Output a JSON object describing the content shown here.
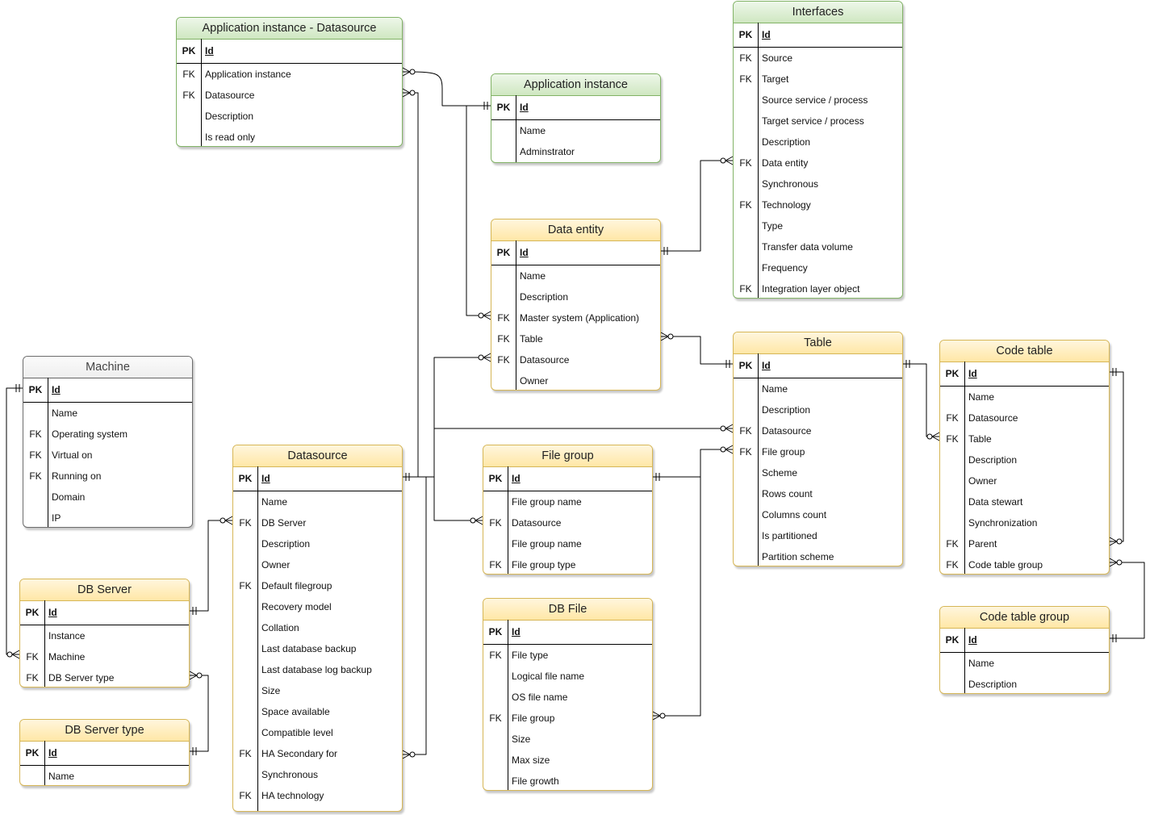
{
  "entities": {
    "app_ds": {
      "title": "Application instance - Datasource",
      "rows": [
        {
          "key": "PK",
          "name": "Id"
        },
        {
          "key": "FK",
          "name": "Application instance"
        },
        {
          "key": "FK",
          "name": "Datasource"
        },
        {
          "key": "",
          "name": "Description"
        },
        {
          "key": "",
          "name": "Is read only"
        }
      ]
    },
    "app_instance": {
      "title": "Application instance",
      "rows": [
        {
          "key": "PK",
          "name": "Id"
        },
        {
          "key": "",
          "name": "Name"
        },
        {
          "key": "",
          "name": "Adminstrator"
        }
      ]
    },
    "interfaces": {
      "title": "Interfaces",
      "rows": [
        {
          "key": "PK",
          "name": "Id"
        },
        {
          "key": "FK",
          "name": "Source"
        },
        {
          "key": "FK",
          "name": "Target"
        },
        {
          "key": "",
          "name": "Source service / process"
        },
        {
          "key": "",
          "name": "Target service / process"
        },
        {
          "key": "",
          "name": "Description"
        },
        {
          "key": "FK",
          "name": "Data entity"
        },
        {
          "key": "",
          "name": "Synchronous"
        },
        {
          "key": "FK",
          "name": "Technology"
        },
        {
          "key": "",
          "name": "Type"
        },
        {
          "key": "",
          "name": "Transfer data volume"
        },
        {
          "key": "",
          "name": "Frequency"
        },
        {
          "key": "FK",
          "name": "Integration layer object"
        }
      ]
    },
    "data_entity": {
      "title": "Data entity",
      "rows": [
        {
          "key": "PK",
          "name": "Id"
        },
        {
          "key": "",
          "name": "Name"
        },
        {
          "key": "",
          "name": "Description"
        },
        {
          "key": "FK",
          "name": "Master system (Application)"
        },
        {
          "key": "FK",
          "name": "Table"
        },
        {
          "key": "FK",
          "name": "Datasource"
        },
        {
          "key": "",
          "name": "Owner"
        }
      ]
    },
    "machine": {
      "title": "Machine",
      "rows": [
        {
          "key": "PK",
          "name": "Id"
        },
        {
          "key": "",
          "name": "Name"
        },
        {
          "key": "FK",
          "name": "Operating system"
        },
        {
          "key": "FK",
          "name": "Virtual on"
        },
        {
          "key": "FK",
          "name": "Running on"
        },
        {
          "key": "",
          "name": "Domain"
        },
        {
          "key": "",
          "name": "IP"
        }
      ]
    },
    "table": {
      "title": "Table",
      "rows": [
        {
          "key": "PK",
          "name": "Id"
        },
        {
          "key": "",
          "name": "Name"
        },
        {
          "key": "",
          "name": "Description"
        },
        {
          "key": "FK",
          "name": "Datasource"
        },
        {
          "key": "FK",
          "name": "File group"
        },
        {
          "key": "",
          "name": "Scheme"
        },
        {
          "key": "",
          "name": "Rows count"
        },
        {
          "key": "",
          "name": "Columns count"
        },
        {
          "key": "",
          "name": "Is partitioned"
        },
        {
          "key": "",
          "name": "Partition scheme"
        }
      ]
    },
    "code_table": {
      "title": "Code table",
      "rows": [
        {
          "key": "PK",
          "name": "Id"
        },
        {
          "key": "",
          "name": "Name"
        },
        {
          "key": "FK",
          "name": "Datasource"
        },
        {
          "key": "FK",
          "name": "Table"
        },
        {
          "key": "",
          "name": "Description"
        },
        {
          "key": "",
          "name": "Owner"
        },
        {
          "key": "",
          "name": "Data stewart"
        },
        {
          "key": "",
          "name": "Synchronization"
        },
        {
          "key": "FK",
          "name": "Parent"
        },
        {
          "key": "FK",
          "name": "Code table group"
        }
      ]
    },
    "datasource": {
      "title": "Datasource",
      "rows": [
        {
          "key": "PK",
          "name": "Id"
        },
        {
          "key": "",
          "name": "Name"
        },
        {
          "key": "FK",
          "name": "DB Server"
        },
        {
          "key": "",
          "name": "Description"
        },
        {
          "key": "",
          "name": "Owner"
        },
        {
          "key": "FK",
          "name": "Default filegroup"
        },
        {
          "key": "",
          "name": "Recovery model"
        },
        {
          "key": "",
          "name": "Collation"
        },
        {
          "key": "",
          "name": "Last database backup"
        },
        {
          "key": "",
          "name": "Last database log backup"
        },
        {
          "key": "",
          "name": "Size"
        },
        {
          "key": "",
          "name": "Space available"
        },
        {
          "key": "",
          "name": "Compatible level"
        },
        {
          "key": "FK",
          "name": "HA Secondary for"
        },
        {
          "key": "",
          "name": "Synchronous"
        },
        {
          "key": "FK",
          "name": "HA technology"
        }
      ]
    },
    "file_group": {
      "title": "File group",
      "rows": [
        {
          "key": "PK",
          "name": "Id"
        },
        {
          "key": "",
          "name": "File group name"
        },
        {
          "key": "FK",
          "name": "Datasource"
        },
        {
          "key": "",
          "name": "File group name"
        },
        {
          "key": "FK",
          "name": "File group type"
        }
      ]
    },
    "db_server": {
      "title": "DB Server",
      "rows": [
        {
          "key": "PK",
          "name": "Id"
        },
        {
          "key": "",
          "name": "Instance"
        },
        {
          "key": "FK",
          "name": "Machine"
        },
        {
          "key": "FK",
          "name": "DB Server type"
        }
      ]
    },
    "db_file": {
      "title": "DB File",
      "rows": [
        {
          "key": "PK",
          "name": "Id"
        },
        {
          "key": "FK",
          "name": "File type"
        },
        {
          "key": "",
          "name": "Logical file name"
        },
        {
          "key": "",
          "name": "OS file name"
        },
        {
          "key": "FK",
          "name": "File group"
        },
        {
          "key": "",
          "name": "Size"
        },
        {
          "key": "",
          "name": "Max size"
        },
        {
          "key": "",
          "name": "File growth"
        }
      ]
    },
    "code_table_group": {
      "title": "Code table group",
      "rows": [
        {
          "key": "PK",
          "name": "Id"
        },
        {
          "key": "",
          "name": "Name"
        },
        {
          "key": "",
          "name": "Description"
        }
      ]
    },
    "db_server_type": {
      "title": "DB Server type",
      "rows": [
        {
          "key": "PK",
          "name": "Id"
        },
        {
          "key": "",
          "name": "Name"
        }
      ]
    }
  },
  "colors": {
    "green_border": "#82b366",
    "yellow_border": "#d6b656",
    "gray_border": "#666666",
    "edge": "#000000"
  }
}
